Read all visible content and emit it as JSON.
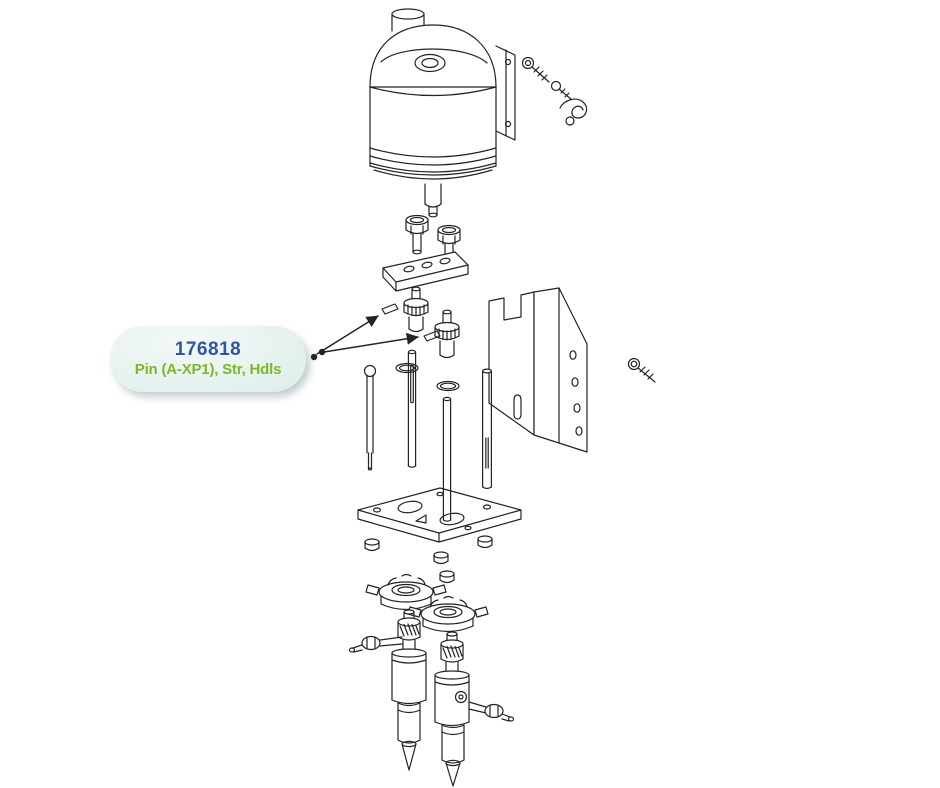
{
  "page": {
    "background_color": "#ffffff",
    "kind": "exploded-parts-diagram"
  },
  "callout": {
    "part_number": "176818",
    "description": "Pin (A-XP1), Str, Hdls",
    "part_number_color": "#2d56a5",
    "description_color": "#7ab829",
    "bubble_fill": "#e3f0ec",
    "bubble_shadow": "rgba(120,140,150,0.45)"
  },
  "diagram": {
    "line_color": "#232323",
    "parts": [
      "motor-housing",
      "mounting-screws",
      "hex-bolts",
      "tie-bar-plate",
      "pin-fittings",
      "o-rings",
      "mounting-bracket",
      "bracket-screw",
      "base-plate",
      "tie-rods",
      "lock-nuts",
      "coupling-nuts",
      "pump-lowers",
      "side-fittings",
      "callout-arrows"
    ]
  }
}
